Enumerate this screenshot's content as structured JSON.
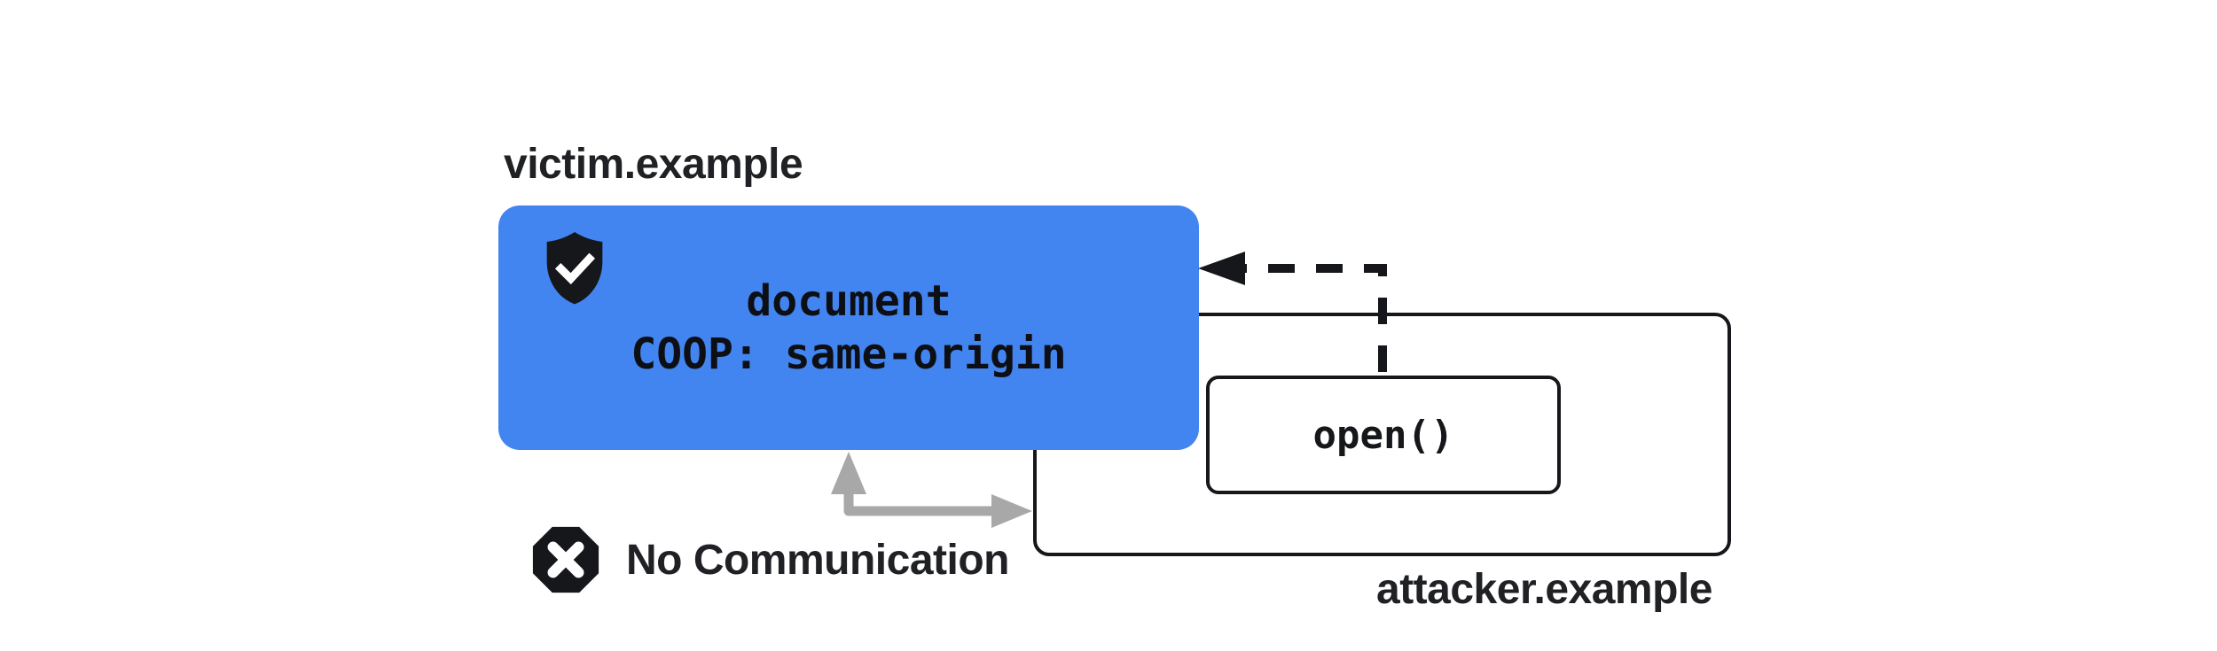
{
  "canvas": {
    "background": "#ffffff"
  },
  "victim": {
    "domain_label": "victim.example",
    "document_line": "document",
    "coop_line": "COOP: same-origin",
    "box_color": "#4385F0",
    "shield_icon": "shield-check-icon"
  },
  "attacker": {
    "domain_label": "attacker.example",
    "open_call_label": "open()",
    "outline_color": "#16171b"
  },
  "opener_arrow": {
    "color": "#16171b",
    "style": "dashed"
  },
  "blocked_channel": {
    "label": "No Communication",
    "icon": "x-octagon-icon",
    "arrow_color": "#a8a8a8"
  }
}
